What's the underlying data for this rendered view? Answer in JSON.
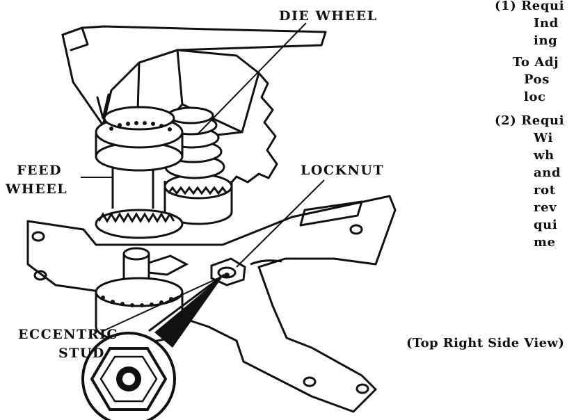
{
  "figure": {
    "labels": {
      "die_wheel": "DIE WHEEL",
      "feed_wheel": [
        "FEED",
        "WHEEL"
      ],
      "locknut": "LOCKNUT",
      "eccentric_stud": [
        "ECCENTRIC",
        "STUD"
      ]
    },
    "caption": "(Top Right Side View)"
  },
  "text_column": {
    "lines": [
      {
        "indent": 0,
        "text": "(1)  Requi"
      },
      {
        "indent": 56,
        "text": "Ind"
      },
      {
        "indent": 56,
        "text": "ing"
      },
      {
        "indent": 26,
        "text": "To Adj"
      },
      {
        "indent": 42,
        "text": "Pos"
      },
      {
        "indent": 42,
        "text": "loc"
      },
      {
        "indent": 0,
        "text": "(2)  Requi"
      },
      {
        "indent": 56,
        "text": "Wi"
      },
      {
        "indent": 56,
        "text": "wh"
      },
      {
        "indent": 56,
        "text": "and"
      },
      {
        "indent": 56,
        "text": "rot"
      },
      {
        "indent": 56,
        "text": "rev"
      },
      {
        "indent": 56,
        "text": "qui"
      },
      {
        "indent": 56,
        "text": "me"
      }
    ]
  }
}
